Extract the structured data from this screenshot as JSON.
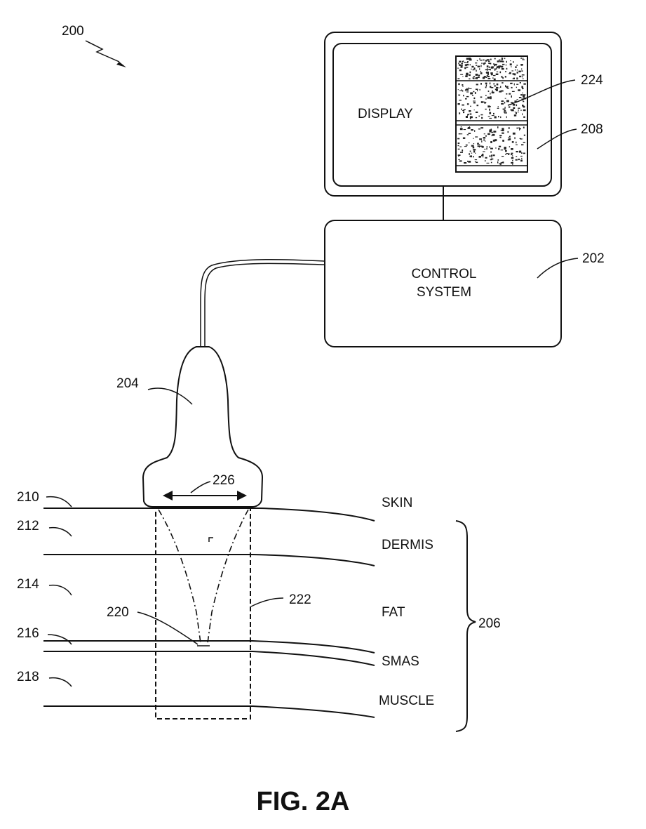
{
  "figure": {
    "caption": "FIG. 2A",
    "system_ref": "200"
  },
  "components": {
    "display": {
      "label": "DISPLAY",
      "ref": "224",
      "screen_ref": "208"
    },
    "control_system": {
      "label_line1": "CONTROL",
      "label_line2": "SYSTEM",
      "ref": "202"
    },
    "probe": {
      "ref": "204",
      "motion_ref": "226"
    },
    "focus": {
      "ref": "220"
    },
    "region": {
      "ref": "222"
    },
    "tissue": {
      "ref": "206"
    }
  },
  "layers": [
    {
      "ref": "210",
      "name": "SKIN"
    },
    {
      "ref": "212",
      "name": "DERMIS"
    },
    {
      "ref": "214",
      "name": "FAT"
    },
    {
      "ref": "216",
      "name": "SMAS"
    },
    {
      "ref": "218",
      "name": "MUSCLE"
    }
  ]
}
